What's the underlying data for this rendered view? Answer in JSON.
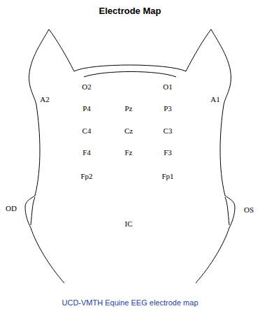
{
  "diagram": {
    "title": "Electrode Map",
    "caption": "UCD-VMTH Equine EEG electrode map",
    "labels": [
      "O2",
      "O1",
      "A2",
      "A1",
      "P4",
      "Pz",
      "P3",
      "C4",
      "Cz",
      "C3",
      "F4",
      "Fz",
      "F3",
      "Fp2",
      "Fp1",
      "OD",
      "OS",
      "IC"
    ]
  }
}
